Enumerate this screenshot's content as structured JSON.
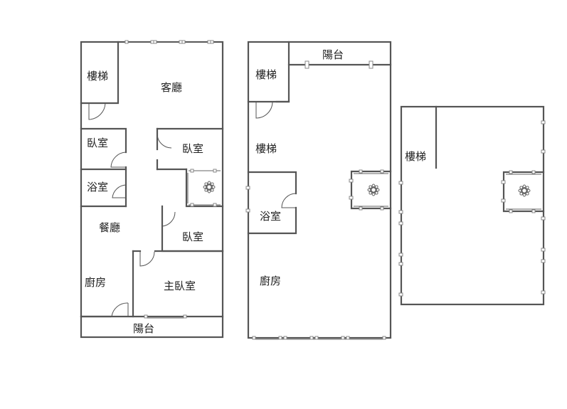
{
  "floor1": {
    "stairs": "樓梯",
    "living_room": "客廳",
    "bedroom_a": "臥室",
    "bedroom_b": "臥室",
    "bathroom": "浴室",
    "dining_room": "餐廳",
    "bedroom_c": "臥室",
    "kitchen": "廚房",
    "master_bedroom": "主臥室",
    "balcony": "陽台"
  },
  "floor2": {
    "balcony": "陽台",
    "stairs_a": "樓梯",
    "stairs_b": "樓梯",
    "bathroom": "浴室",
    "kitchen": "廚房"
  },
  "floor3": {
    "stairs": "樓梯"
  }
}
